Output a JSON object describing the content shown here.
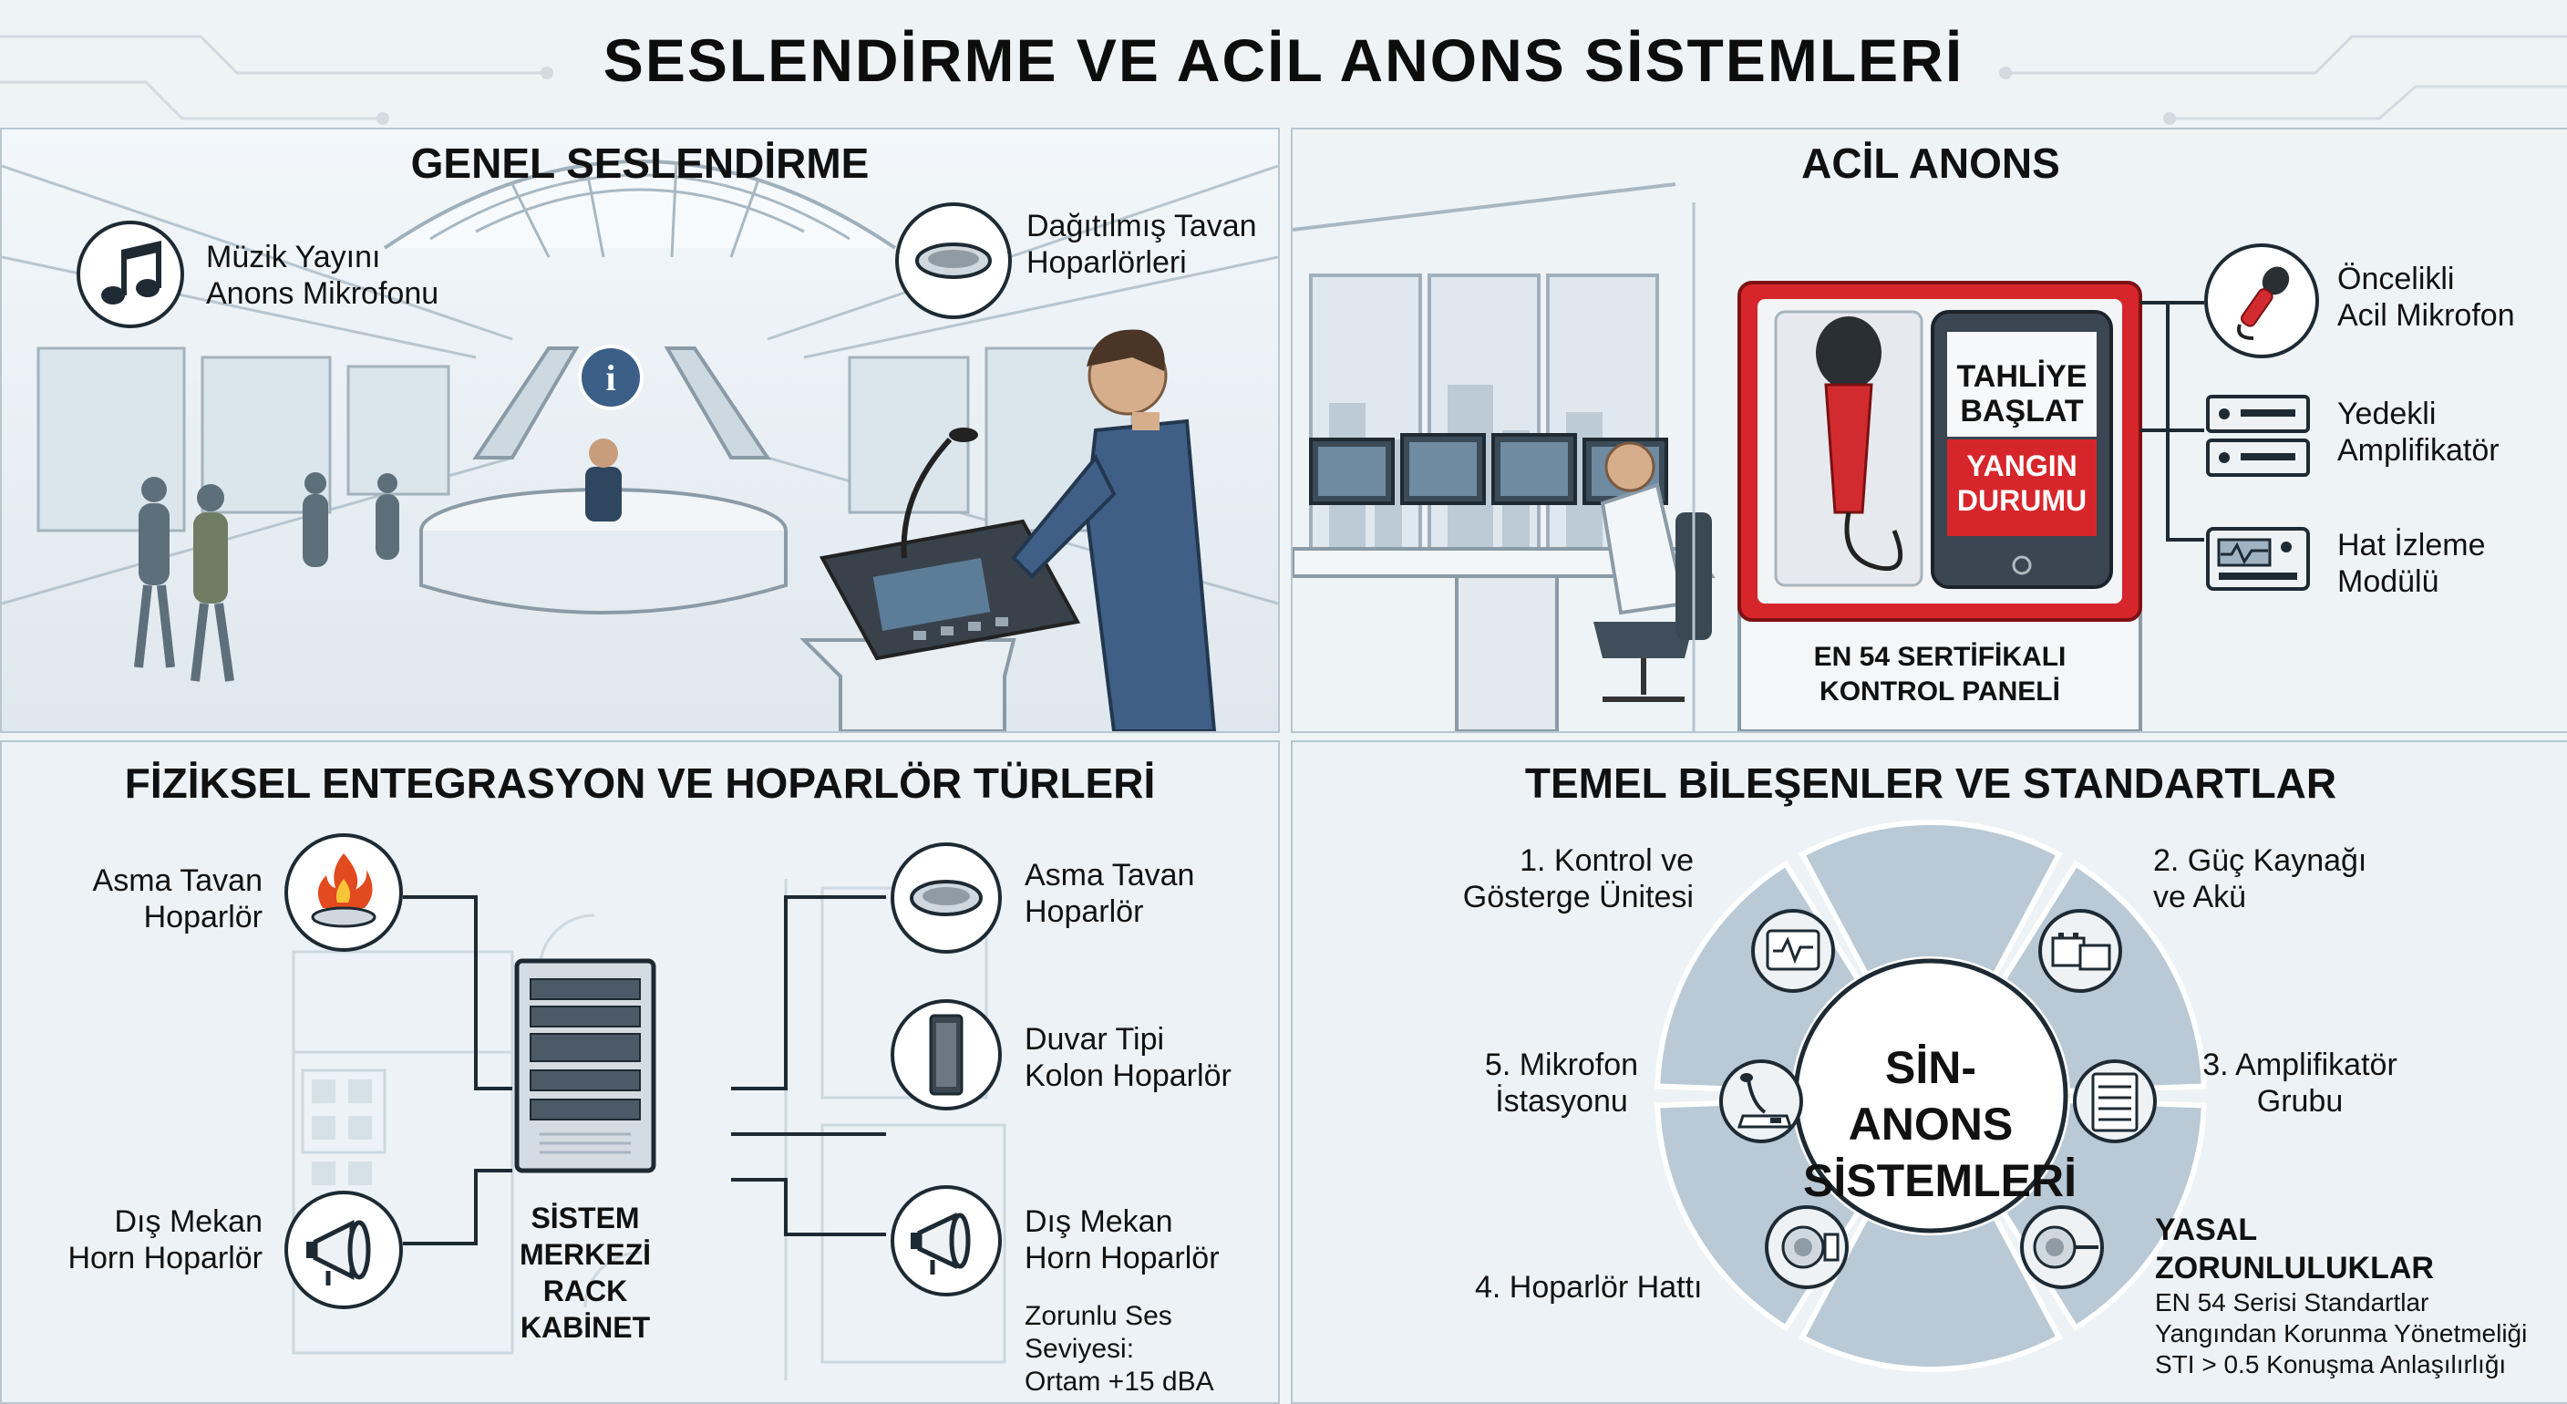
{
  "title": "SESLENDİRME VE ACİL ANONS SİSTEMLERİ",
  "panels": {
    "general": {
      "title": "GENEL SESLENDİRME",
      "music_label_1": "Müzik Yayını",
      "music_label_2": "Anons Mikrofonu",
      "ceiling_label_1": "Dağıtılmış Tavan",
      "ceiling_label_2": "Hoparlörleri"
    },
    "emergency": {
      "title": "ACİL ANONS",
      "screen_btn_1": "TAHLİYE",
      "screen_btn_2": "BAŞLAT",
      "screen_alert_1": "YANGIN",
      "screen_alert_2": "DURUMU",
      "panel_caption_1": "EN 54 SERTİFİKALI",
      "panel_caption_2": "KONTROL PANELİ",
      "side": [
        {
          "line1": "Öncelikli",
          "line2": "Acil Mikrofon",
          "icon": "red-microphone-icon"
        },
        {
          "line1": "Yedekli",
          "line2": "Amplifikatör",
          "icon": "amplifier-rack-icon"
        },
        {
          "line1": "Hat İzleme",
          "line2": "Modülü",
          "icon": "line-monitor-icon"
        }
      ]
    },
    "integration": {
      "title": "FİZİKSEL ENTEGRASYON VE HOPARLÖR TÜRLERİ",
      "left_top_1": "Asma Tavan",
      "left_top_2": "Hoparlör",
      "left_bottom_1": "Dış Mekan",
      "left_bottom_2": "Horn Hoparlör",
      "right": [
        {
          "line1": "Asma Tavan",
          "line2": "Hoparlör",
          "icon": "ceiling-speaker-icon"
        },
        {
          "line1": "Duvar Tipi",
          "line2": "Kolon Hoparlör",
          "icon": "column-speaker-icon"
        },
        {
          "line1": "Dış Mekan",
          "line2": "Horn Hoparlör",
          "icon": "horn-speaker-icon"
        }
      ],
      "rack_1": "SİSTEM MERKEZİ",
      "rack_2": "RACK KABİNET",
      "note_1": "Zorunlu Ses Seviyesi:",
      "note_2": "Ortam +15 dBA"
    },
    "standards": {
      "title": "TEMEL BİLEŞENLER VE STANDARTLAR",
      "center_1": "SİN-ANONS",
      "center_2": "SİSTEMLERİ",
      "c1_1": "1. Kontrol ve",
      "c1_2": "Gösterge Ünitesi",
      "c2_1": "2. Güç Kaynağı",
      "c2_2": "ve Akü",
      "c3_1": "3. Amplifikatör",
      "c3_2": "Grubu",
      "c4": "4. Hoparlör Hattı",
      "c5_1": "5. Mikrofon",
      "c5_2": "İstasyonu",
      "legal_title": "YASAL ZORUNLULUKLAR",
      "legal_1": "EN 54 Serisi Standartlar",
      "legal_2": "Yangından Korunma Yönetmeliği",
      "legal_3": "STI > 0.5 Konuşma Anlaşılırlığı"
    }
  },
  "colors": {
    "accent_red": "#d7262b",
    "dark_navy": "#1e2a33",
    "wheel_blue": "#b9c9d6",
    "panel_bg": "#e9f0f4"
  }
}
